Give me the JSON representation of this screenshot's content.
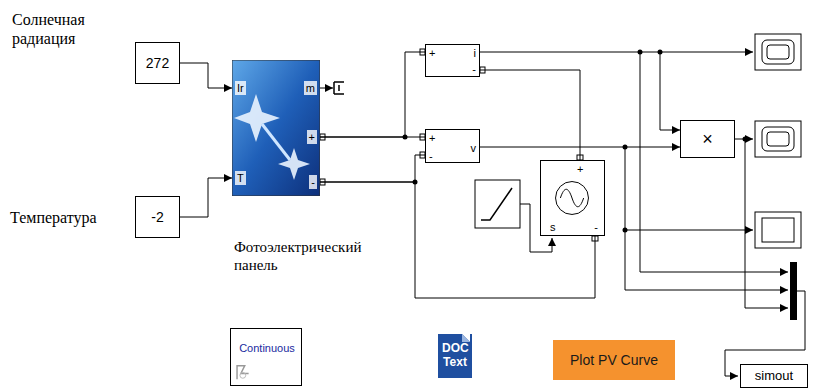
{
  "diagram": {
    "nodes": [
      {
        "text": [
          "272"
        ]
      },
      {
        "text": [
          "-2"
        ]
      },
      {
        "text": [
          "Ir",
          "T",
          "m",
          "+",
          "-",
          "Фотоэлектрический панель"
        ]
      },
      {
        "text": [
          "+",
          "i",
          "-"
        ]
      },
      {
        "text": [
          "+",
          "-",
          "v"
        ]
      },
      {
        "text": [
          "+",
          "s",
          "-"
        ]
      },
      {
        "text": [
          "×"
        ]
      },
      {
        "text": [
          "simout"
        ]
      },
      {
        "text": [
          "Continuous"
        ]
      },
      {
        "text": [
          "DOC Text"
        ]
      },
      {
        "text": [
          "Plot PV Curve"
        ]
      }
    ],
    "edges": [
      {
        "from": 0,
        "to": 2,
        "arrow": "to"
      },
      {
        "from": 1,
        "to": 2,
        "arrow": "to"
      },
      {
        "from": 2,
        "to": 3,
        "arrow": "none"
      },
      {
        "from": 2,
        "to": 4,
        "arrow": "none"
      },
      {
        "from": 2,
        "to": 4,
        "arrow": "none"
      },
      {
        "from": 2,
        "to": 5,
        "arrow": "none"
      },
      {
        "from": 3,
        "to": 5,
        "arrow": "none"
      },
      {
        "from": 3,
        "to": 6,
        "arrow": "to"
      },
      {
        "from": 4,
        "to": 6,
        "arrow": "to"
      }
    ],
    "labels": [
      "Солнечная радиация",
      "Температура"
    ]
  }
}
